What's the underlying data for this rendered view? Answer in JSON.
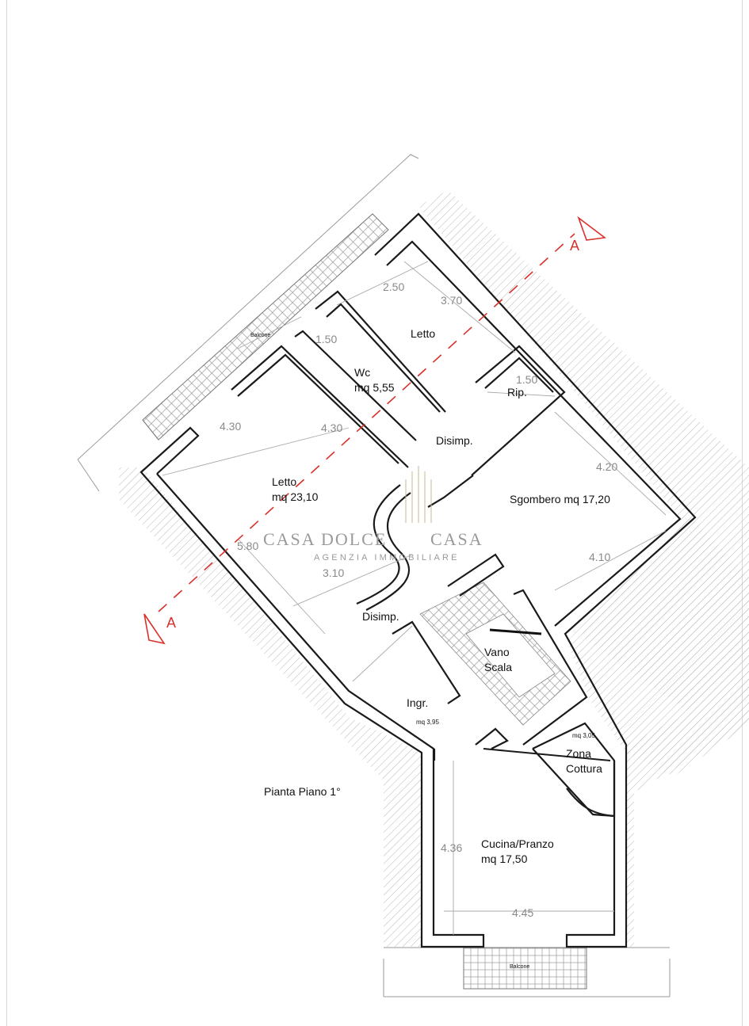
{
  "rooms": {
    "letto_top": "Letto",
    "wc_name": "Wc",
    "wc_area": "mq 5,55",
    "rip": "Rip.",
    "disimp_top": "Disimp.",
    "sgombero": "Sgombero mq 17,20",
    "letto_main_name": "Letto",
    "letto_main_area": "mq 23,10",
    "disimp_bottom": "Disimp.",
    "vano": "Vano",
    "scala": "Scala",
    "ingr": "Ingr.",
    "ingr_area": "mq 3,95",
    "zona_area": "mq 3,05",
    "zona": "Zona",
    "cottura": "Cottura",
    "cucina": "Cucina/Pranzo",
    "cucina_area": "mq 17,50",
    "balcone_top": "Balcone",
    "balcone_bottom": "Balcone"
  },
  "dimensions": {
    "d250": "2.50",
    "d370": "3.70",
    "d150a": "1.50",
    "d150b": "1.50",
    "d430a": "4.30",
    "d430b": "4.30",
    "d420": "4.20",
    "d580": "5.80",
    "d310": "3.10",
    "d410": "4.10",
    "d436": "4.36",
    "d445": "4.45"
  },
  "section_marker": "A",
  "plan_title": "Pianta Piano 1°",
  "watermark": {
    "left": "CASA DOLCE",
    "right": "CASA",
    "sub": "AGENZIA IMMOBILIARE"
  },
  "colors": {
    "wall": "#1a1a1a",
    "section_line": "#d9302b",
    "dimension": "#8a8a8a",
    "hatch": "#b8b8b8"
  }
}
